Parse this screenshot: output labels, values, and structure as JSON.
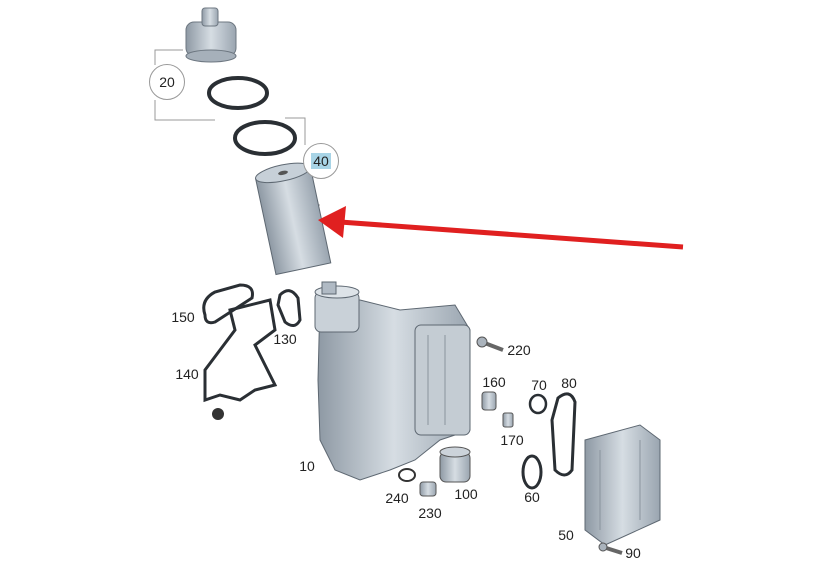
{
  "diagram": {
    "highlighted_part": "40",
    "highlight_color": "#a8d4e6",
    "arrow_color": "#e02020",
    "part_color": "#b8c2cc",
    "callouts": {
      "p20": "20",
      "p40": "40",
      "p150": "150",
      "p130": "130",
      "p140": "140",
      "p220": "220",
      "p160": "160",
      "p70": "70",
      "p80": "80",
      "p170": "170",
      "p10": "10",
      "p240": "240",
      "p100": "100",
      "p230": "230",
      "p60": "60",
      "p50": "50",
      "p90": "90"
    }
  }
}
